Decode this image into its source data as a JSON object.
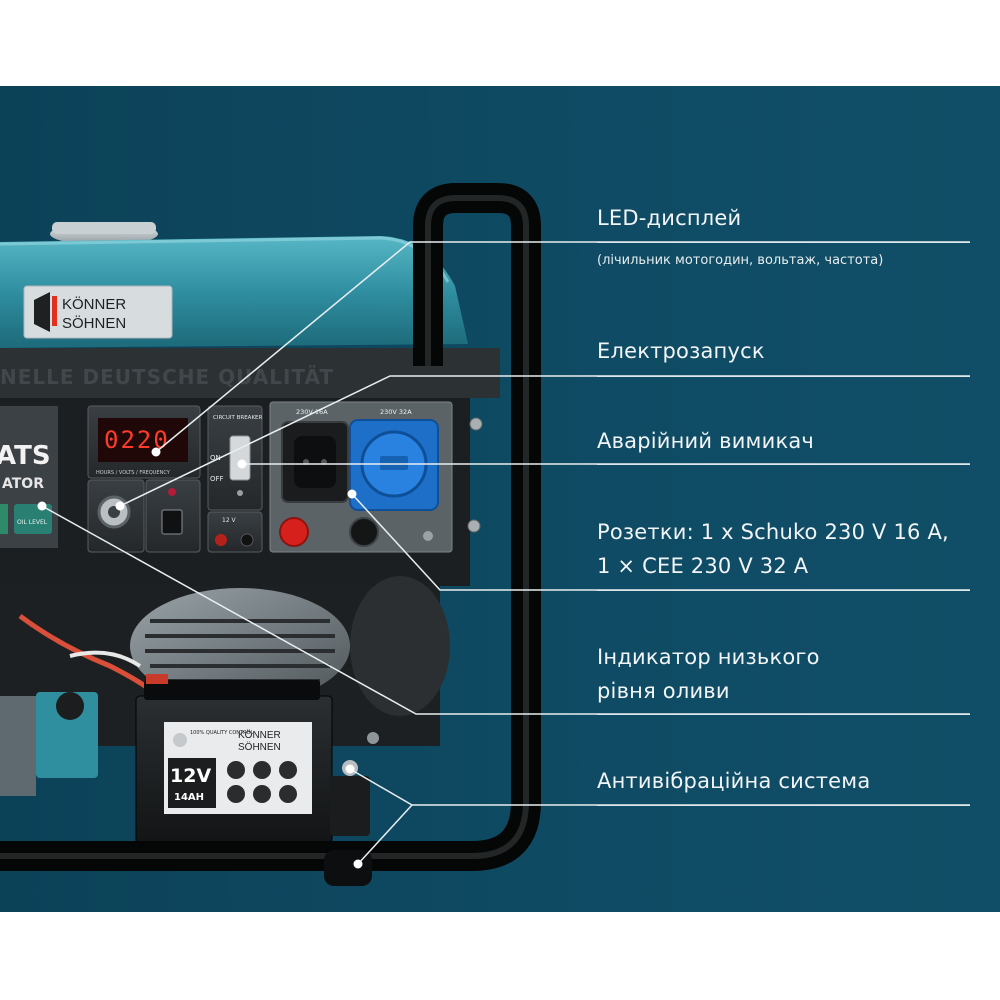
{
  "colors": {
    "background": "#0f4a63",
    "text": "#f2f5f6",
    "generator_teal": "#2f8ea0",
    "frame": "#141617",
    "socket_blue": "#1e6fc7"
  },
  "photo": {
    "brand_line1": "KÖNNER",
    "brand_line2": "SÖHNEN",
    "tagline": "NELLE DEUTSCHE QUALITÄT",
    "model_fragment": "ATS",
    "model_sub_fragment": "ATOR",
    "display_reading": "0220",
    "display_caption": "HOURS / VOLTS / FREQUENCY",
    "breaker_title": "CIRCUIT BREAKER",
    "breaker_on": "ON",
    "breaker_off": "OFF",
    "socket_left_label": "230V 16A",
    "socket_right_label": "230V 32A",
    "dc_label": "12 V",
    "battery_voltage": "12V",
    "battery_capacity": "14AH",
    "battery_quality": "100% QUALITY CONTROL",
    "battery_brand_line1": "KÖNNER",
    "battery_brand_line2": "SÖHNEN",
    "oil_label": "OIL LEVEL"
  },
  "callouts": [
    {
      "label": "LED-дисплей",
      "sub": "(лічильник мотогодин, вольтаж, частота)"
    },
    {
      "label": "Електрозапуск"
    },
    {
      "label": "Аварійний вимикач"
    },
    {
      "label": "Розетки: 1 х Schuko 230 V 16 A,",
      "label2": "1 × CEE 230 V 32 A"
    },
    {
      "label": "Індикатор низького",
      "label2": "рівня оливи"
    },
    {
      "label": "Антивібраційна система"
    }
  ]
}
